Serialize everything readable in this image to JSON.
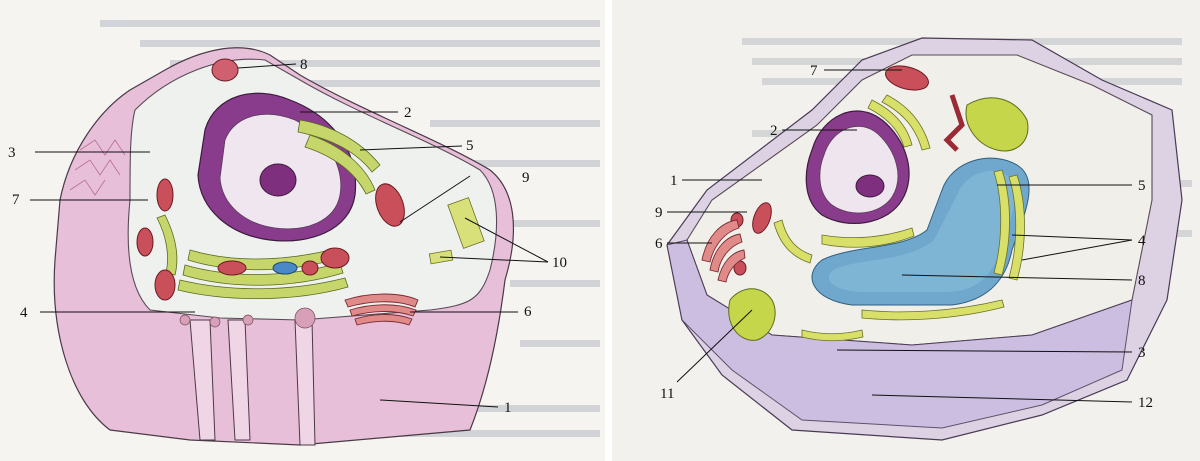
{
  "animal_cell": {
    "labels": {
      "l1": "1",
      "l2": "2",
      "l3": "3",
      "l4": "4",
      "l5": "5",
      "l6": "6",
      "l7": "7",
      "l8": "8",
      "l9": "9",
      "l10": "10"
    }
  },
  "plant_cell": {
    "labels": {
      "l1": "1",
      "l2": "2",
      "l3": "3",
      "l4": "4",
      "l5": "5",
      "l6": "6",
      "l7": "7",
      "l8": "8",
      "l9": "9",
      "l11": "11",
      "l12": "12"
    }
  },
  "colors": {
    "membrane_pink": "#d9a6c8",
    "nucleus_purple": "#8a3c8c",
    "mitochondria_red": "#c9505a",
    "er_green": "#b8cf52",
    "vacuole_blue": "#6fa8cc",
    "chloroplast_yellowgreen": "#c6d64a"
  }
}
